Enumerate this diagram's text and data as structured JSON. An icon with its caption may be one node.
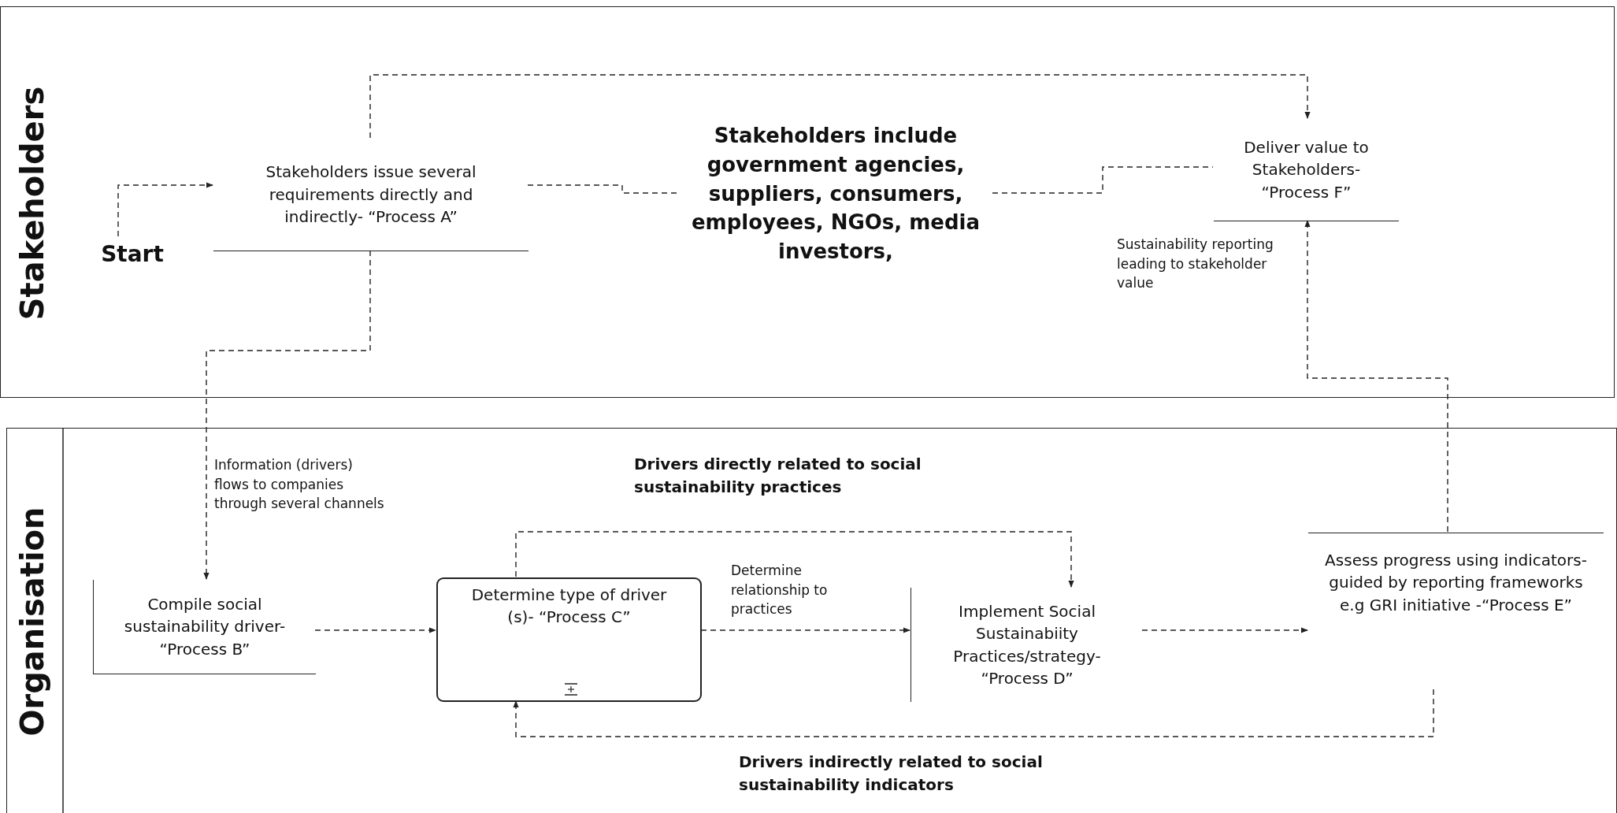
{
  "diagram": {
    "nodes": [
      {
        "text": [
          "Stakeholders"
        ]
      },
      {
        "text": [
          "Organisation"
        ]
      },
      {
        "text": [
          "Start"
        ],
        "in": 0
      },
      {
        "text": [
          "Stakeholders issue several requirements directly and indirectly- “Process A”"
        ],
        "in": 0
      },
      {
        "text": [
          "Stakeholders include government agencies, suppliers, consumers, employees, NGOs, media investors,"
        ],
        "in": 0
      },
      {
        "text": [
          "Deliver value to Stakeholders- “Process F”"
        ],
        "in": 0
      },
      {
        "text": [
          "Compile social sustainability driver- “Process B”"
        ],
        "in": 1
      },
      {
        "text": [
          "Determine type of driver (s)- “Process C”"
        ],
        "in": 1
      },
      {
        "text": [
          "Implement Social Sustainabiity Practices/strategy- “Process D”"
        ],
        "in": 1
      },
      {
        "text": [
          "Assess progress using indicators- guided by reporting frameworks e.g GRI initiative -“Process E”"
        ],
        "in": 1
      }
    ],
    "edges": [
      {
        "from": 2,
        "to": 3,
        "arrow": "to",
        "style": "dashed"
      },
      {
        "from": 3,
        "to": 4,
        "arrow": "none",
        "style": "dashed"
      },
      {
        "from": 4,
        "to": 5,
        "arrow": "none",
        "style": "dashed"
      },
      {
        "from": 3,
        "to": 5,
        "arrow": "to",
        "style": "dashed"
      },
      {
        "from": 3,
        "to": 6,
        "arrow": "to",
        "style": "dashed",
        "label": "Information (drivers) flows to companies through several channels"
      },
      {
        "from": 6,
        "to": 7,
        "arrow": "to",
        "style": "dashed"
      },
      {
        "from": 7,
        "to": 8,
        "arrow": "to",
        "style": "dashed",
        "label": "Determine relationship to practices"
      },
      {
        "from": 7,
        "to": 8,
        "arrow": "to",
        "style": "dashed",
        "label": "Drivers directly related to social sustainability practices"
      },
      {
        "from": 8,
        "to": 9,
        "arrow": "to",
        "style": "dashed"
      },
      {
        "from": 9,
        "to": 7,
        "arrow": "to",
        "style": "dashed",
        "label": "Drivers indirectly related to social sustainability indicators"
      },
      {
        "from": 9,
        "to": 5,
        "arrow": "to",
        "style": "dashed",
        "label": "Sustainability reporting leading to stakeholder value"
      }
    ]
  }
}
